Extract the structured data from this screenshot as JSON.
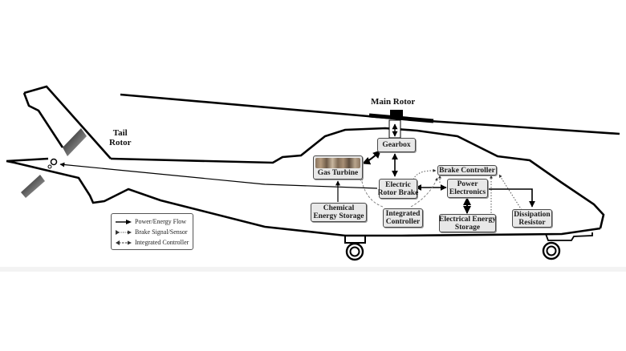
{
  "diagram": {
    "subject": "Helicopter electric rotor brake energy system",
    "labels": {
      "main_rotor": "Main Rotor",
      "tail_rotor_line1": "Tail",
      "tail_rotor_line2": "Rotor"
    },
    "components": {
      "gearbox": {
        "lines": [
          "Gearbox"
        ]
      },
      "gas_turbine": {
        "lines": [
          "Gas Turbine"
        ],
        "has_photo": true
      },
      "chemical_energy_storage": {
        "lines": [
          "Chemical",
          "Energy Storage"
        ]
      },
      "electric_rotor_brake": {
        "lines": [
          "Electric",
          "Rotor Brake"
        ]
      },
      "integrated_controller": {
        "lines": [
          "Integrated",
          "Controller"
        ]
      },
      "brake_controller": {
        "lines": [
          "Brake Controller"
        ]
      },
      "power_electronics": {
        "lines": [
          "Power",
          "Electronics"
        ]
      },
      "electrical_energy_storage": {
        "lines": [
          "Electrical Energy",
          "Storage"
        ]
      },
      "dissipation_resistor": {
        "lines": [
          "Dissipation",
          "Resistor"
        ]
      }
    },
    "connections": [
      {
        "from": "Main Rotor",
        "to": "Gearbox",
        "type": "power",
        "bidirectional": true
      },
      {
        "from": "Gearbox",
        "to": "Gas Turbine",
        "type": "power",
        "bidirectional": true
      },
      {
        "from": "Gearbox",
        "to": "Electric Rotor Brake",
        "type": "power",
        "bidirectional": true
      },
      {
        "from": "Chemical Energy Storage",
        "to": "Gas Turbine",
        "type": "power",
        "bidirectional": false
      },
      {
        "from": "Electric Rotor Brake",
        "to": "Tail Rotor",
        "type": "power",
        "bidirectional": false
      },
      {
        "from": "Power Electronics",
        "to": "Electric Rotor Brake",
        "type": "power",
        "bidirectional": true
      },
      {
        "from": "Power Electronics",
        "to": "Electrical Energy Storage",
        "type": "power",
        "bidirectional": true
      },
      {
        "from": "Power Electronics",
        "to": "Dissipation Resistor",
        "type": "power",
        "bidirectional": false
      },
      {
        "from": "Electric Rotor Brake",
        "to": "Brake Controller",
        "type": "brake-signal"
      },
      {
        "from": "Power Electronics",
        "to": "Brake Controller",
        "type": "brake-signal"
      },
      {
        "from": "Electrical Energy Storage",
        "to": "Brake Controller",
        "type": "brake-signal"
      },
      {
        "from": "Dissipation Resistor",
        "to": "Brake Controller",
        "type": "brake-signal"
      },
      {
        "from": "Integrated Controller",
        "to": "Gas Turbine",
        "type": "integrated-controller"
      },
      {
        "from": "Integrated Controller",
        "to": "Brake Controller",
        "type": "integrated-controller"
      }
    ]
  },
  "legend": {
    "items": [
      {
        "label": "Power/Energy Flow",
        "style": "solid"
      },
      {
        "label": "Brake Signal/Sensor",
        "style": "dotted"
      },
      {
        "label": "Integrated Controller",
        "style": "dashed"
      }
    ]
  },
  "colors": {
    "outline": "#000000",
    "box_fill": "#e8e8e8",
    "box_border": "#4a4a4a",
    "background": "#ffffff"
  }
}
